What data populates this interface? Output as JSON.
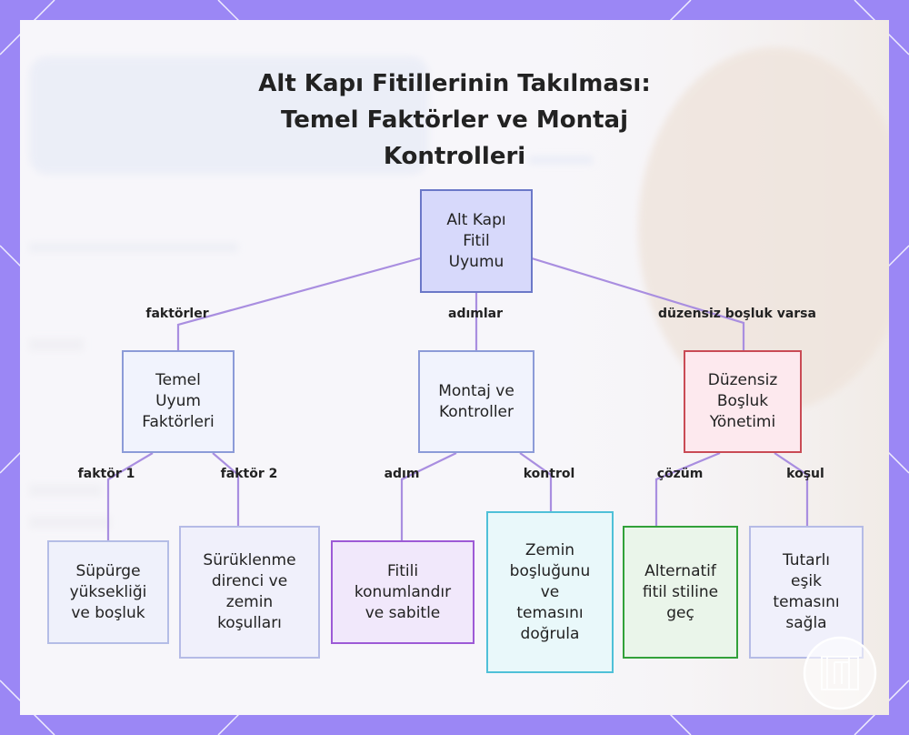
{
  "title_lines": [
    "Alt Kapı Fitillerinin Takılması:",
    "Temel Faktörler ve Montaj",
    "Kontrolleri"
  ],
  "nodes": {
    "root": "Alt Kapı\nFitil\nUyumu",
    "core_factors": "Temel\nUyum\nFaktörleri",
    "install_checks": "Montaj ve\nKontroller",
    "irregular_gap": "Düzensiz\nBoşluk\nYönetimi",
    "sweep_height": "Süpürge\nyüksekliği\nve boşluk",
    "drag_resistance": "Sürüklenme\ndirenci ve\nzemin\nkoşulları",
    "position_secure": "Fitili\nkonumlandır\nve sabitle",
    "verify_contact": "Zemin\nboşluğunu\nve\ntemasını\ndoğrula",
    "alt_style": "Alternatif\nfitil stiline\ngeç",
    "threshold": "Tutarlı\neşik\ntemasını\nsağla"
  },
  "edge_labels": {
    "factors": "faktörler",
    "steps": "adımlar",
    "if_irregular": "düzensiz boşluk varsa",
    "factor1": "faktör 1",
    "factor2": "faktör 2",
    "step": "adım",
    "check": "kontrol",
    "solution": "çözüm",
    "condition": "koşul"
  },
  "colors": {
    "frame": "#9b87f5",
    "edge": "#a98ee0",
    "root_fill": "#d7d9fb",
    "danger_border": "#c94b55"
  }
}
